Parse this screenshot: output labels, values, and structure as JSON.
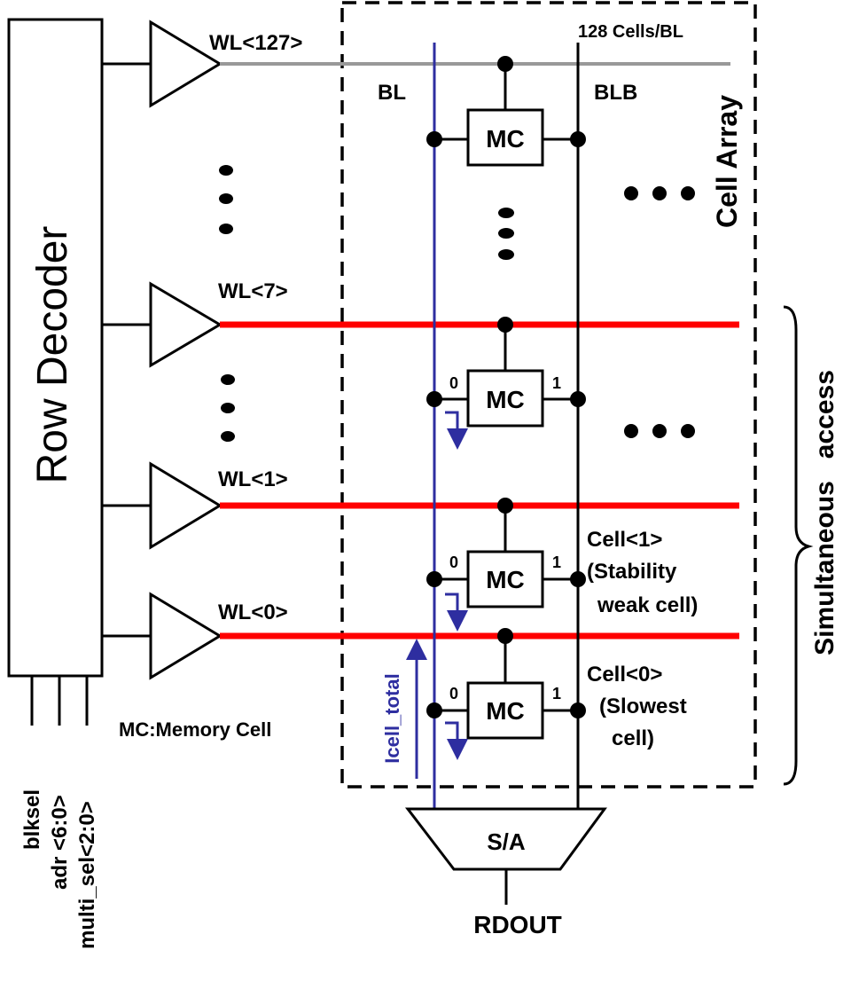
{
  "colors": {
    "wordline_active": "#ff0000",
    "wordline_idle": "#999999",
    "bitline": "#2e2ea0",
    "wire": "#000000"
  },
  "row_decoder": {
    "label": "Row Decoder"
  },
  "inputs": [
    "blksel",
    "adr <6:0>",
    "multi_sel<2:0>"
  ],
  "wordlines": [
    {
      "label": "WL<127>",
      "active": false
    },
    {
      "label": "WL<7>",
      "active": true
    },
    {
      "label": "WL<1>",
      "active": true
    },
    {
      "label": "WL<0>",
      "active": true
    }
  ],
  "array": {
    "header": "128 Cells/BL",
    "title": "Cell Array",
    "bl_label": "BL",
    "blb_label": "BLB",
    "mc_label": "MC",
    "node_zero": "0",
    "node_one": "1",
    "legend": "MC:Memory Cell",
    "current_label": "Icell_total"
  },
  "cell1": {
    "name": "Cell<1>",
    "line2": "(Stability",
    "line3": "weak cell)"
  },
  "cell0": {
    "name": "Cell<0>",
    "line2": "(Slowest",
    "line3": "cell)"
  },
  "access": {
    "label": "Simultaneous   access"
  },
  "sense_amp": {
    "label": "S/A",
    "output": "RDOUT"
  }
}
